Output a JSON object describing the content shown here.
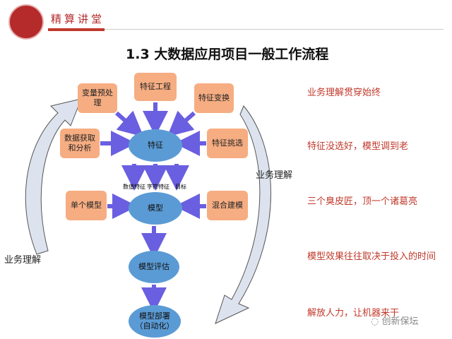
{
  "header": {
    "brand": "精算讲堂",
    "title": "1.3 大数据应用项目一般工作流程"
  },
  "colors": {
    "accent": "#c0392b",
    "box": "#f6ad82",
    "ellipse": "#5b9bd5",
    "arrow": "#6a5fe0"
  },
  "boxes": {
    "preprocess": "变量预处理",
    "feature_eng": "特征工程",
    "feature_transform": "特征变换",
    "data_acq": "数据获取和分析",
    "feature_select": "特征挑选",
    "single_model": "单个模型",
    "mixed_model": "混合建模"
  },
  "nodes": {
    "feature": "特征",
    "model": "模型",
    "eval": "模型评估",
    "deploy1": "模型部署",
    "deploy2": "（自动化）"
  },
  "feature_types": [
    "数值特征",
    "字符特征",
    "目标"
  ],
  "cycle_label_right": "业务理解",
  "cycle_label_left": "业务理解",
  "notes": [
    "业务理解贯穿始终",
    "特征没选好，模型调到老",
    "三个臭皮匠，顶一个诸葛亮",
    "模型效果往往取决于投入的时间",
    "解放人力，让机器来干"
  ],
  "watermark": "创新保坛"
}
